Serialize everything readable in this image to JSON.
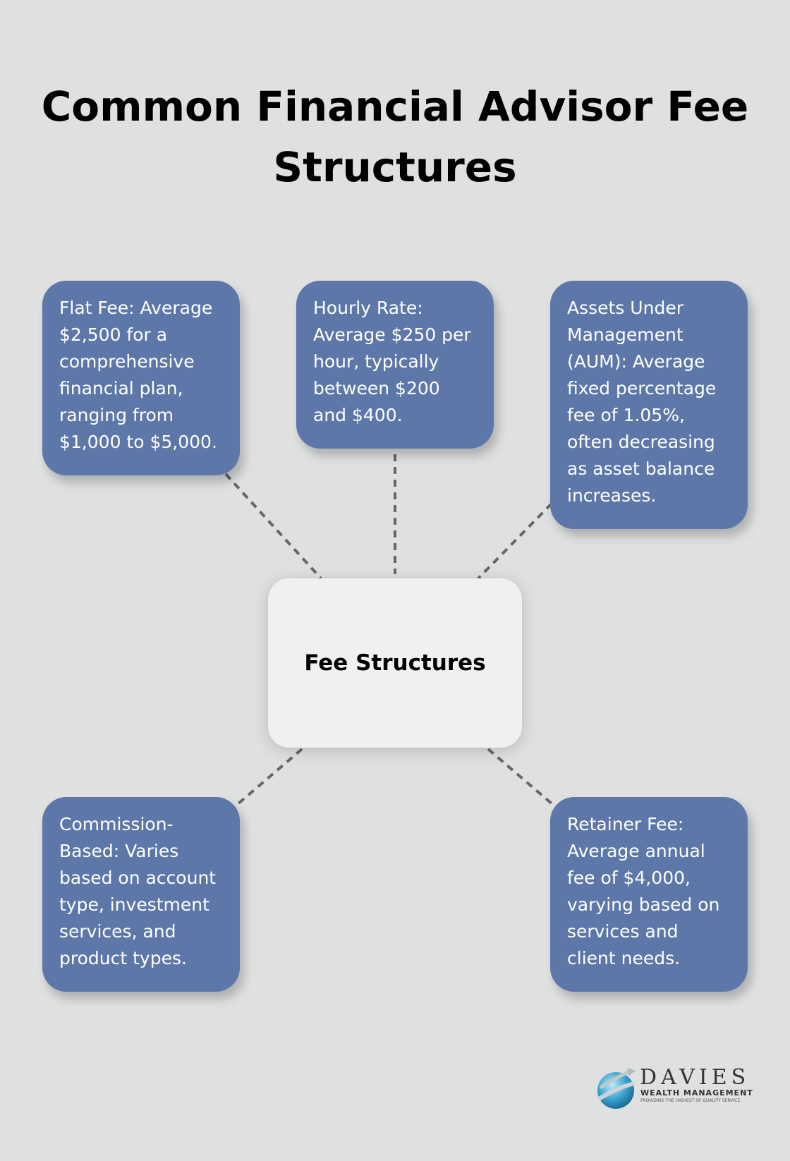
{
  "title": "Common Financial Advisor Fee Structures",
  "center": {
    "label": "Fee Structures"
  },
  "nodes": [
    {
      "text": "Flat Fee: Average $2,500 for a comprehensive financial plan, ranging from $1,000 to $5,000."
    },
    {
      "text": "Hourly Rate: Average $250 per hour, typically between $200 and $400."
    },
    {
      "text": "Assets Under Management (AUM): Average fixed percentage fee of 1.05%, often decreasing as asset balance increases."
    },
    {
      "text": "Commission-Based: Varies based on account type, investment services, and product types."
    },
    {
      "text": "Retainer Fee: Average annual fee of $4,000, varying based on services and client needs."
    }
  ],
  "logo": {
    "name": "DAVIES",
    "subtitle": "WEALTH MANAGEMENT",
    "tagline": "PROVIDING THE HIGHEST OF QUALITY SERVICE."
  },
  "colors": {
    "background": "#dfe1e0",
    "node": "#5d77a8",
    "center": "#eff0f2",
    "connector": "#666666"
  }
}
